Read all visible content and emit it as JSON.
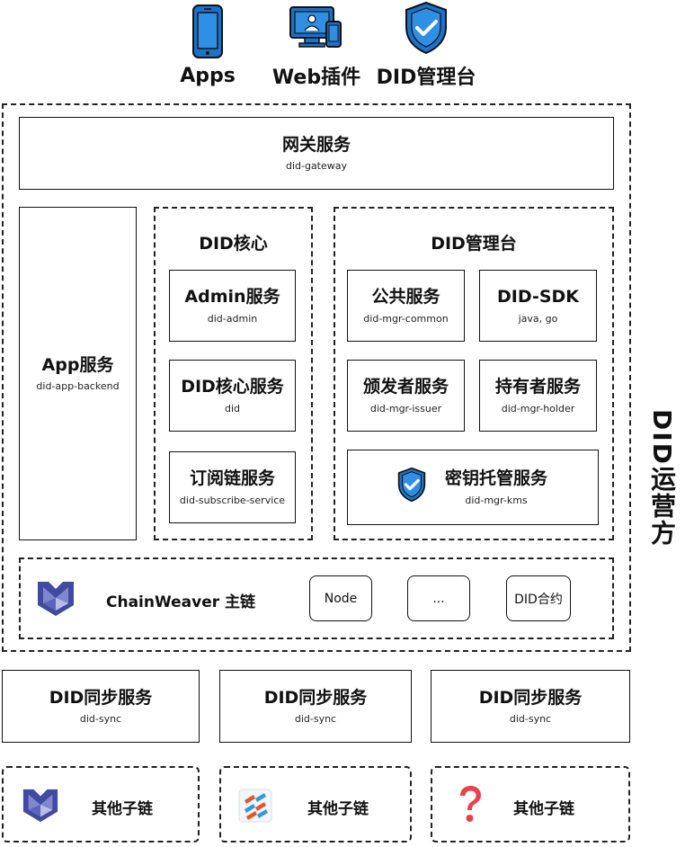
{
  "clients": [
    {
      "label": "Apps",
      "icon": "mobile-phone-icon"
    },
    {
      "label": "Web插件",
      "icon": "desktop-web-icon"
    },
    {
      "label": "DID管理台",
      "icon": "shield-check-icon"
    }
  ],
  "operator_label": "DID运营方",
  "gateway": {
    "title": "网关服务",
    "sub": "did-gateway"
  },
  "app_service": {
    "title": "App服务",
    "sub": "did-app-backend"
  },
  "core": {
    "title": "DID核心",
    "services": [
      {
        "title": "Admin服务",
        "sub": "did-admin"
      },
      {
        "title": "DID核心服务",
        "sub": "did"
      },
      {
        "title": "订阅链服务",
        "sub": "did-subscribe-service"
      }
    ]
  },
  "mgr": {
    "title": "DID管理台",
    "services": [
      {
        "title": "公共服务",
        "sub": "did-mgr-common"
      },
      {
        "title": "DID-SDK",
        "sub": "java, go"
      },
      {
        "title": "颁发者服务",
        "sub": "did-mgr-issuer"
      },
      {
        "title": "持有者服务",
        "sub": "did-mgr-holder"
      },
      {
        "title": "密钥托管服务",
        "sub": "did-mgr-kms"
      }
    ]
  },
  "chain": {
    "label": "ChainWeaver 主链",
    "items": [
      "Node",
      "...",
      "DID合约"
    ]
  },
  "sync": [
    {
      "title": "DID同步服务",
      "sub": "did-sync"
    },
    {
      "title": "DID同步服务",
      "sub": "did-sync"
    },
    {
      "title": "DID同步服务",
      "sub": "did-sync"
    }
  ],
  "subchains": [
    {
      "label": "其他子链",
      "icon": "chainweaver-logo-icon"
    },
    {
      "label": "其他子链",
      "icon": "hyperchain-logo-icon"
    },
    {
      "label": "其他子链",
      "icon": "question-mark-icon"
    }
  ],
  "colors": {
    "accent_blue": "#1a73c8",
    "chain_purple": "#3f4aa0",
    "question_red": "#e8434a"
  }
}
